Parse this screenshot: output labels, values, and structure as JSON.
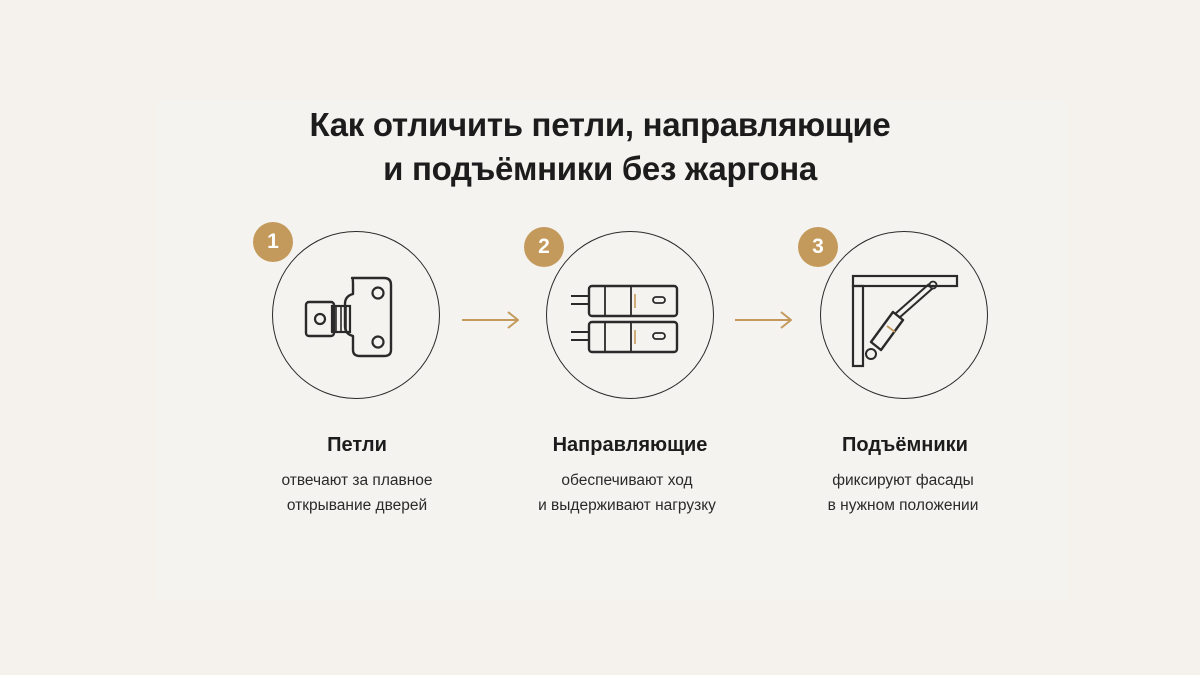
{
  "title": {
    "line1": "Как отличить петли, направляющие",
    "line2": "и подъёмники без жаргона"
  },
  "steps": [
    {
      "number": "1",
      "label": "Петли",
      "desc_line1": "отвечают за плавное",
      "desc_line2": "открывание дверей",
      "icon": "hinge-icon"
    },
    {
      "number": "2",
      "label": "Направляющие",
      "desc_line1": "обеспечивают ход",
      "desc_line2": "и выдерживают нагрузку",
      "icon": "drawer-slide-icon"
    },
    {
      "number": "3",
      "label": "Подъёмники",
      "desc_line1": "фиксируют фасады",
      "desc_line2": "в нужном положении",
      "icon": "lift-mechanism-icon"
    }
  ],
  "arrows": [
    "arrow-right-icon",
    "arrow-right-icon"
  ],
  "colors": {
    "accent": "#c49a5c",
    "background": "#f5f1ec",
    "panel": "#f4f3ef",
    "ink": "#1f1f1f"
  }
}
